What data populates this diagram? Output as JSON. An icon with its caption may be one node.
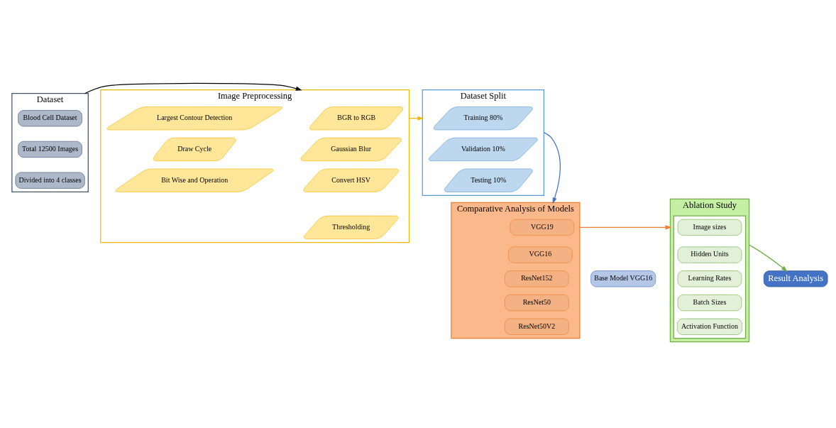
{
  "diagram": {
    "nodes": [
      {
        "text": [
          "Dataset"
        ]
      },
      {
        "text": [
          "Blood Cell Dataset"
        ],
        "in": 0
      },
      {
        "text": [
          "Total 12500 Images"
        ],
        "in": 0
      },
      {
        "text": [
          "Divided into 4 classes"
        ],
        "in": 0
      },
      {
        "text": [
          "Image Preprocessing"
        ]
      },
      {
        "text": [
          "BGR to RGB"
        ],
        "in": 4
      },
      {
        "text": [
          "Largest Contour Detection"
        ],
        "in": 4
      },
      {
        "text": [
          "Gaussian Blur"
        ],
        "in": 4
      },
      {
        "text": [
          "Draw Cycle"
        ],
        "in": 4
      },
      {
        "text": [
          "Convert HSV"
        ],
        "in": 4
      },
      {
        "text": [
          "Bit Wise and Operation"
        ],
        "in": 4
      },
      {
        "text": [
          "Thresholding"
        ],
        "in": 4
      },
      {
        "text": [
          "Dataset Split"
        ]
      },
      {
        "text": [
          "Training 80%"
        ],
        "in": 12
      },
      {
        "text": [
          "Validation 10%"
        ],
        "in": 12
      },
      {
        "text": [
          "Testing 10%"
        ],
        "in": 12
      },
      {
        "text": [
          "Comparative Analysis of Models"
        ]
      },
      {
        "text": [
          "VGG19"
        ],
        "in": 16
      },
      {
        "text": [
          "VGG16"
        ],
        "in": 16
      },
      {
        "text": [
          "ResNet152"
        ],
        "in": 16
      },
      {
        "text": [
          "ResNet50"
        ],
        "in": 16
      },
      {
        "text": [
          "ResNet50V2"
        ],
        "in": 16
      },
      {
        "text": [
          "Base Model VGG16"
        ]
      },
      {
        "text": [
          "Ablation Study"
        ]
      },
      {
        "text": [],
        "shape": "box",
        "in": 23
      },
      {
        "text": [
          "Image sizes"
        ],
        "in": 24
      },
      {
        "text": [
          "Hidden Units"
        ],
        "in": 24
      },
      {
        "text": [
          "Learning Rates"
        ],
        "in": 24
      },
      {
        "text": [
          "Batch Sizes"
        ],
        "in": 24
      },
      {
        "text": [
          "Activation Function"
        ],
        "in": 24
      },
      {
        "text": [
          "Result Analysis"
        ]
      }
    ],
    "edges": [
      {
        "from": 0,
        "to": 4,
        "arrow": "to",
        "color": "#000000"
      },
      {
        "from": 4,
        "to": 12,
        "arrow": "to",
        "color": "#f2b705"
      },
      {
        "from": 12,
        "to": 16,
        "arrow": "to",
        "color": "#4472c4"
      },
      {
        "from": 16,
        "to": 23,
        "arrow": "to",
        "color": "#ed7d31"
      },
      {
        "from": 23,
        "to": 30,
        "arrow": "to",
        "color": "#70ad47"
      }
    ]
  }
}
